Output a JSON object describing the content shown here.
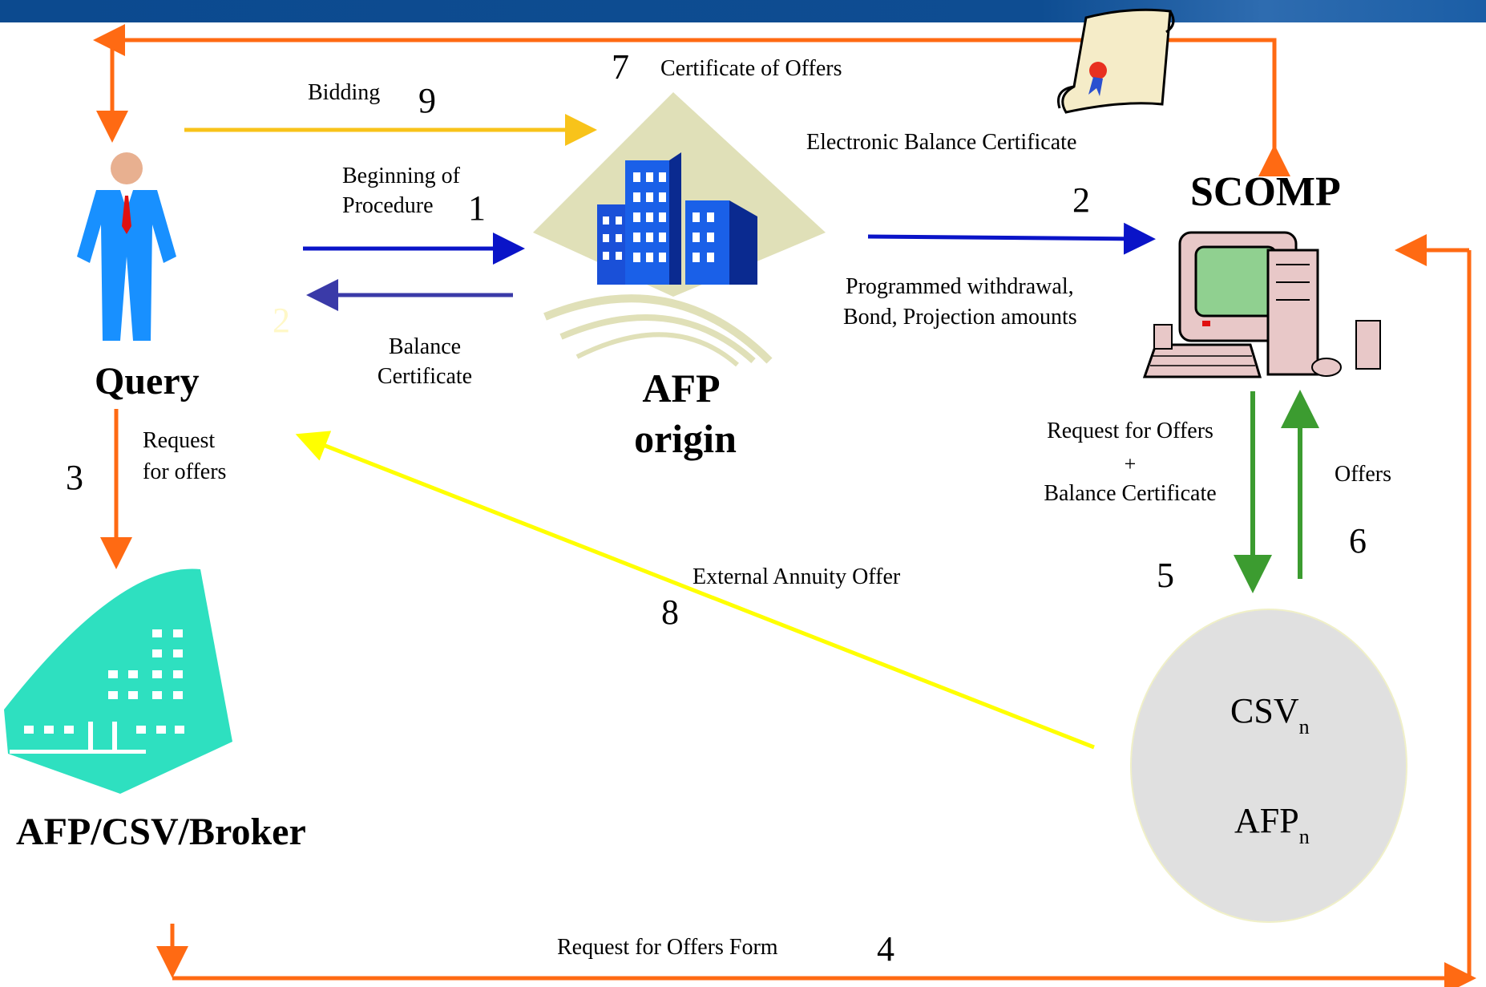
{
  "nodes": {
    "query": "Query",
    "broker": "AFP/CSV/Broker",
    "afp_origin_line1": "AFP",
    "afp_origin_line2": "origin",
    "scomp": "SCOMP",
    "circle_csv": "CSV",
    "circle_csv_sub": "n",
    "circle_afp": "AFP",
    "circle_afp_sub": "n"
  },
  "labels": {
    "bidding": "Bidding",
    "certificate_of_offers": "Certificate of Offers",
    "electronic_balance_certificate": "Electronic Balance Certificate",
    "beginning_line1": "Beginning of",
    "beginning_line2": "Procedure",
    "balance_cert_line1": "Balance",
    "balance_cert_line2": "Certificate",
    "programmed_line1": "Programmed withdrawal,",
    "programmed_line2": "Bond, Projection amounts",
    "request_offers_line1": "Request",
    "request_offers_line2": "for offers",
    "req_bal_line1": "Request for Offers",
    "req_bal_plus": "+",
    "req_bal_line2": "Balance Certificate",
    "offers": "Offers",
    "external_annuity_offer": "External Annuity Offer",
    "request_offers_form": "Request for Offers Form"
  },
  "steps": {
    "s1": "1",
    "s2": "2",
    "s2_faint": "2",
    "s3": "3",
    "s4": "4",
    "s5": "5",
    "s6": "6",
    "s7": "7",
    "s8": "8",
    "s9": "9"
  },
  "colors": {
    "orange": "#ff6a13",
    "gold": "#f8c31a",
    "blue": "#0a14c8",
    "navy": "#3a3aa8",
    "green": "#3c9c30",
    "yellow": "#ffff00",
    "topbar": "#0e4d92",
    "circle_fill": "#e0e0e0",
    "teal": "#2ee0c0"
  },
  "icons": {
    "person": "businessman-icon",
    "office": "office-building-icon",
    "city": "city-buildings-icon",
    "computer": "desktop-computer-icon",
    "scroll": "certificate-scroll-icon"
  }
}
